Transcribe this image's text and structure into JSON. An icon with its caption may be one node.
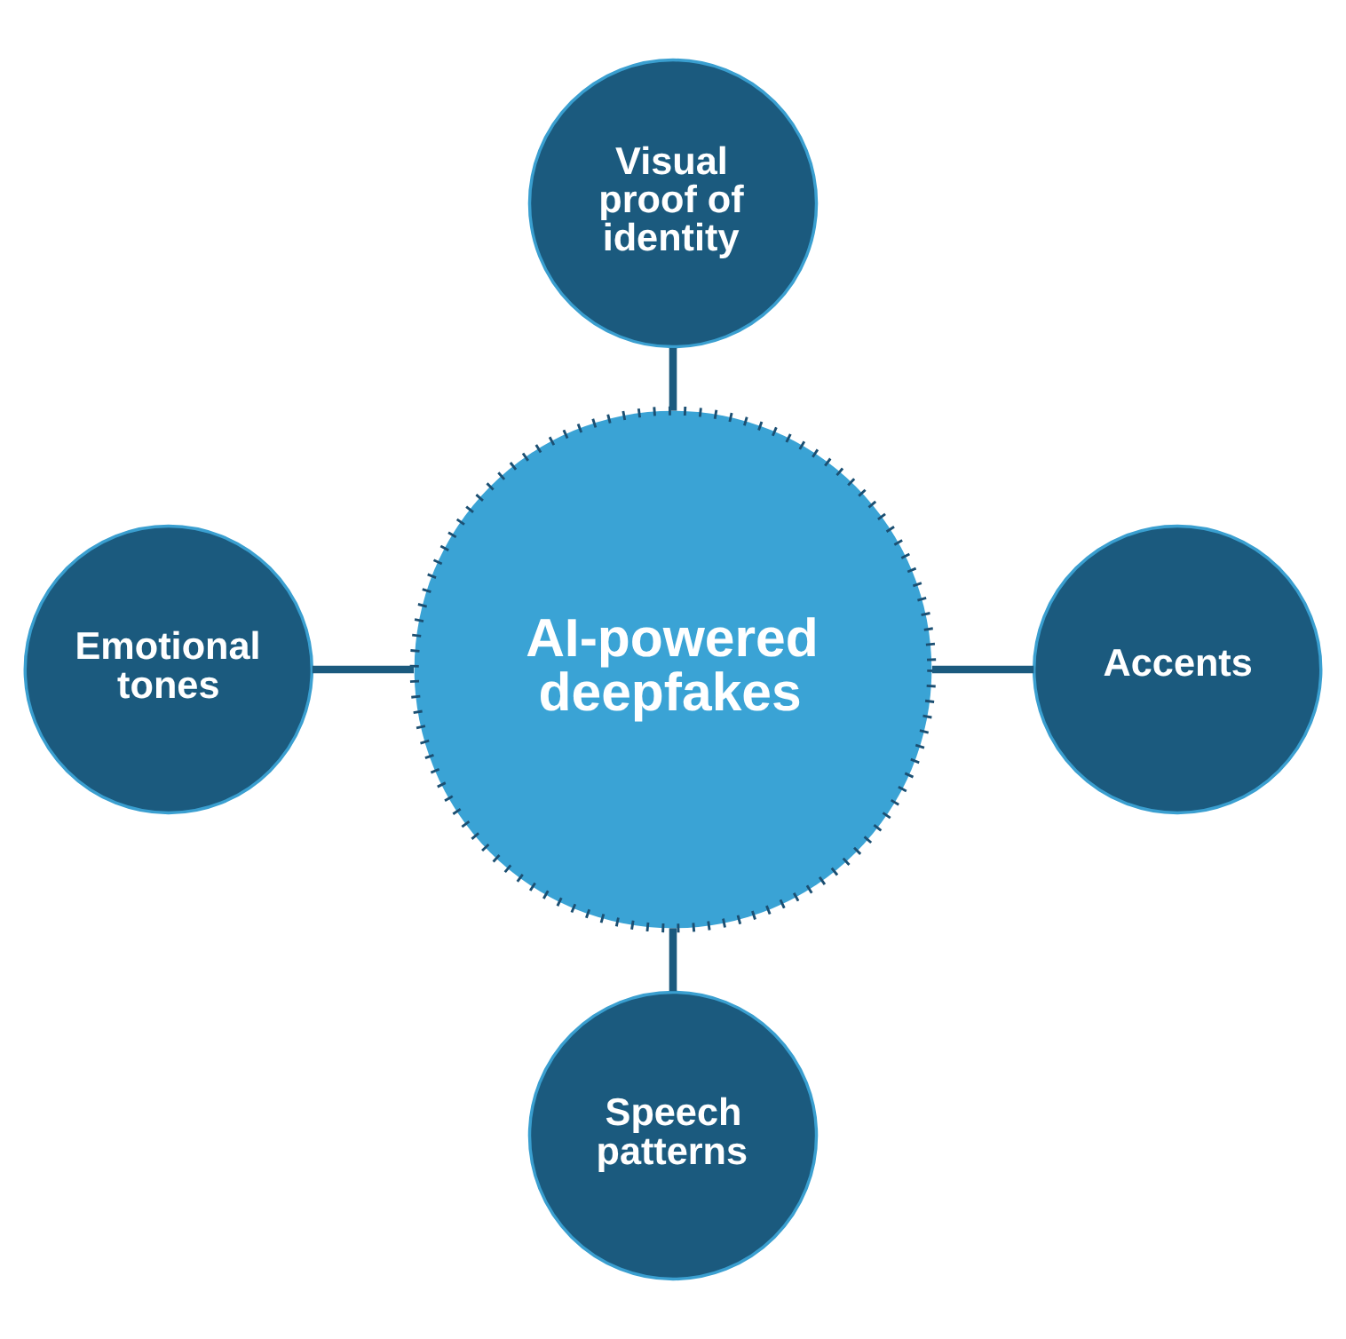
{
  "diagram": {
    "nodes": [
      {
        "text": [
          "Visual proof of identity"
        ]
      },
      {
        "text": [
          "Emotional tones"
        ]
      },
      {
        "text": [
          "AI-powered deepfakes"
        ]
      },
      {
        "text": [
          "Accents"
        ]
      },
      {
        "text": [
          "Speech patterns"
        ]
      }
    ],
    "edges": [
      {
        "from": 0,
        "to": 2,
        "arrow": "none"
      },
      {
        "from": 1,
        "to": 2,
        "arrow": "none"
      },
      {
        "from": 2,
        "to": 3,
        "arrow": "none"
      },
      {
        "from": 2,
        "to": 4,
        "arrow": "none"
      }
    ]
  }
}
